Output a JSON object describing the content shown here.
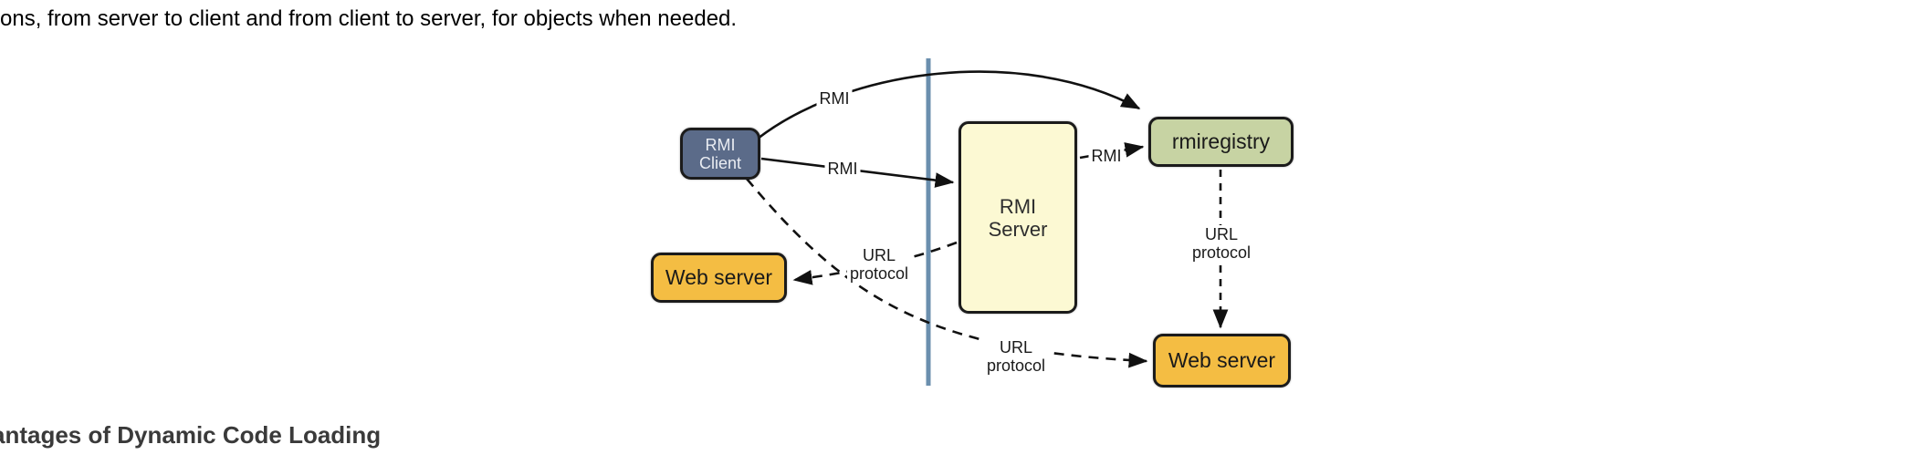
{
  "page": {
    "body_text": "ons, from server to client and from client to server, for objects when needed.",
    "section_heading": "antages of Dynamic Code Loading"
  },
  "diagram": {
    "nodes": {
      "rmi_client": {
        "line1": "RMI",
        "line2": "Client",
        "fill": "#5b6b89"
      },
      "rmi_server": {
        "line1": "RMI",
        "line2": "Server",
        "fill": "#fcf9d3"
      },
      "rmiregistry": {
        "label": "rmiregistry",
        "fill": "#c7d3a3"
      },
      "web_server_left": {
        "label": "Web server",
        "fill": "#f4bd43"
      },
      "web_server_bottom": {
        "label": "Web server",
        "fill": "#f4bd43"
      }
    },
    "edge_labels": {
      "rmi_arc": "RMI",
      "rmi_client_to_server": "RMI",
      "rmi_server_to_registry": "RMI",
      "url_server_to_web": {
        "line1": "URL",
        "line2": "protocol"
      },
      "url_client_to_web": {
        "line1": "URL",
        "line2": "protocol"
      },
      "url_registry_to_web": {
        "line1": "URL",
        "line2": "protocol"
      }
    },
    "colors": {
      "divider": "#6b8fae",
      "line": "#111111",
      "node_border": "#1b1b1b"
    }
  }
}
